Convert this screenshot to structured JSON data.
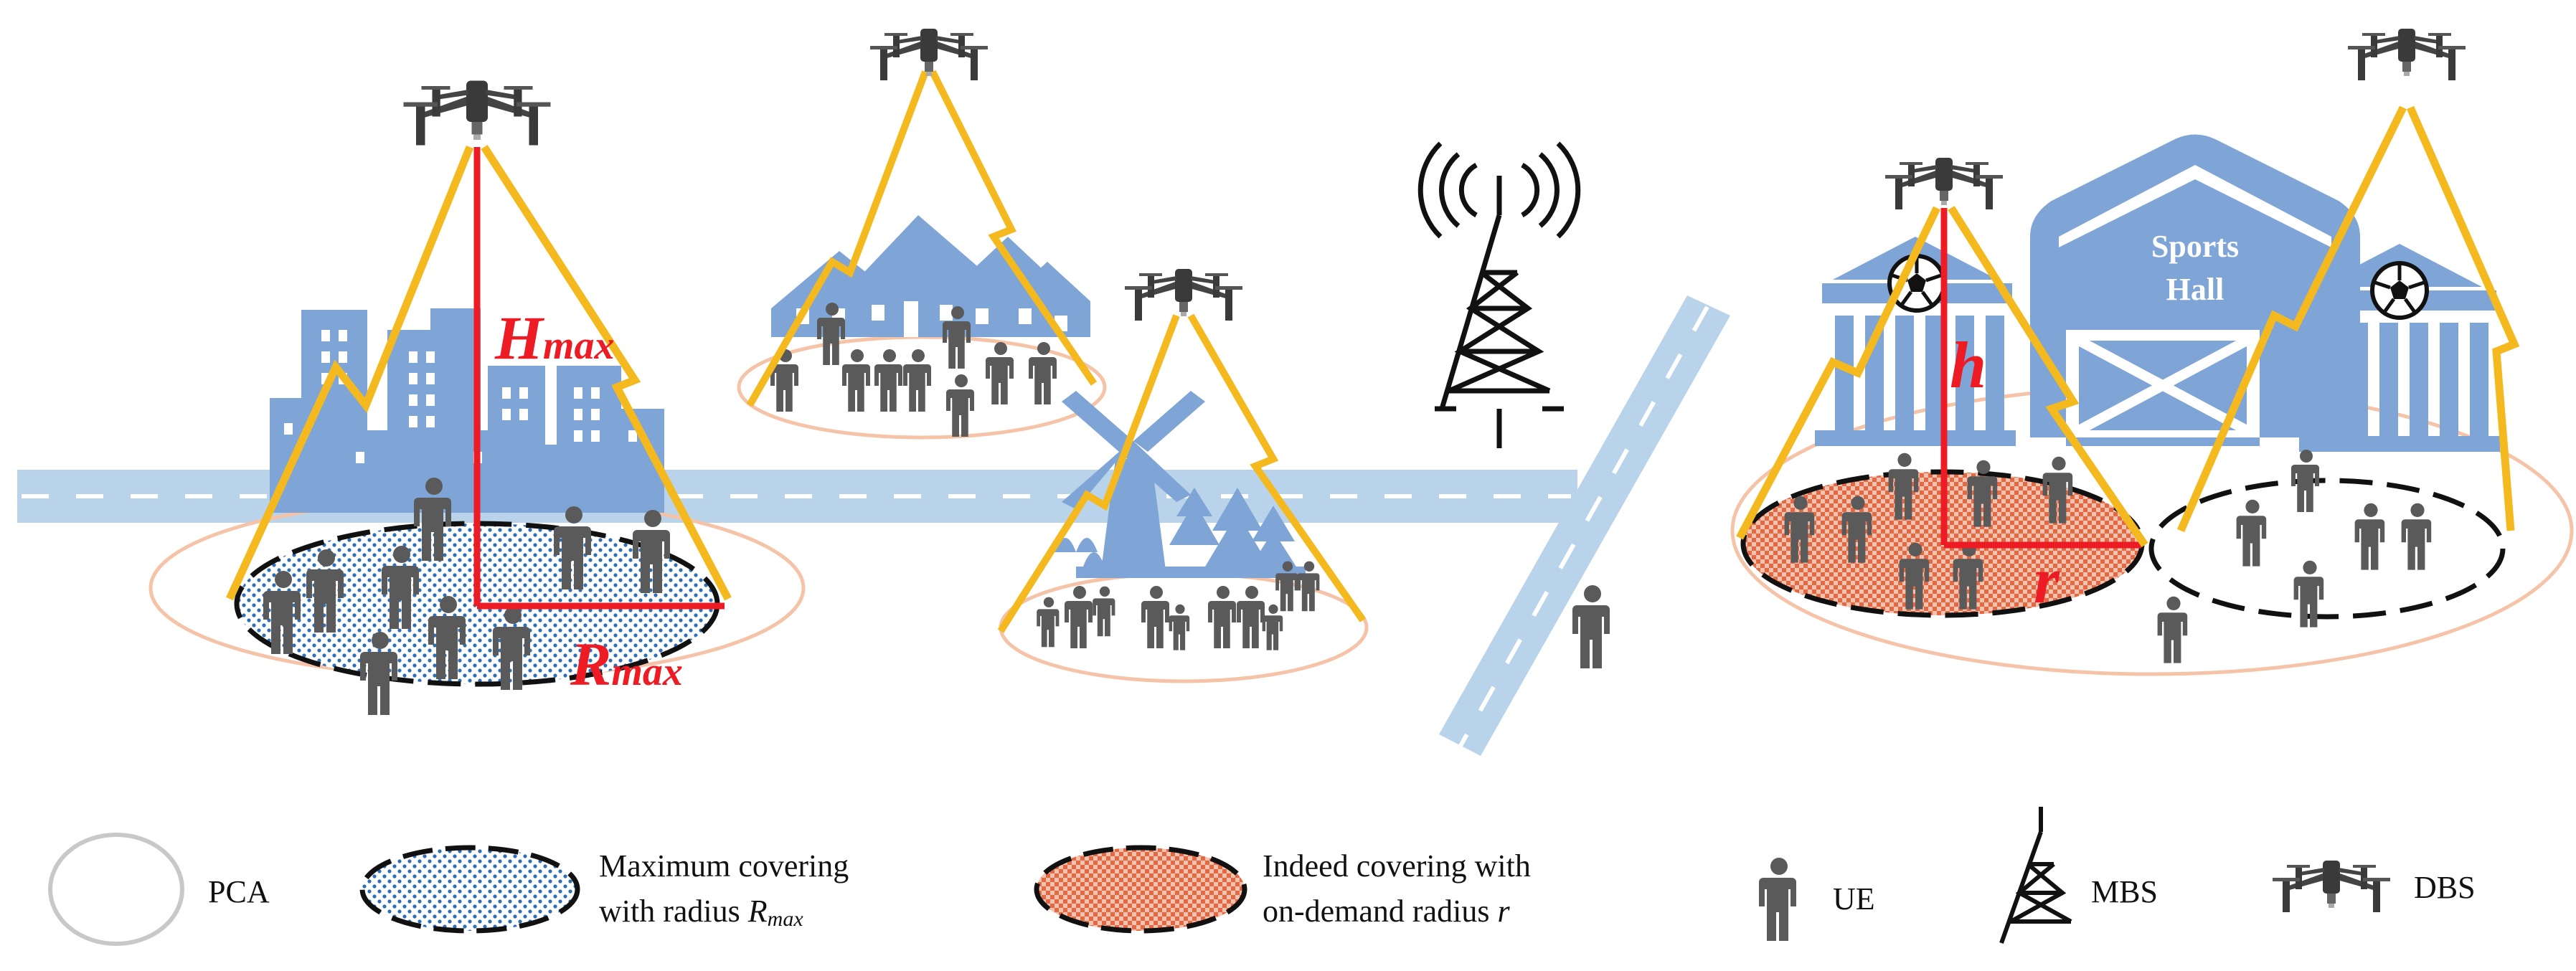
{
  "labels": {
    "h_max": "H",
    "h_max_sub": "max",
    "r_max": "R",
    "r_max_sub": "max",
    "h": "h",
    "r": "r",
    "sports_hall_line1": "Sports",
    "sports_hall_line2": "Hall"
  },
  "legend": {
    "pca": "PCA",
    "max_line1": "Maximum covering",
    "max_line2_prefix": "with radius ",
    "max_line2_var": "R",
    "max_line2_sub": "max",
    "indeed_line1": "Indeed covering with",
    "indeed_line2_prefix": "on-demand radius ",
    "indeed_line2_var": "r",
    "ue": "UE",
    "mbs": "MBS",
    "dbs": "DBS"
  },
  "colors": {
    "building_blue": "#7fa4d6",
    "road_blue": "#b9d3ea",
    "beam_yellow": "#f5b920",
    "label_red": "#ed1c24",
    "person_gray": "#5a5a5a",
    "pca_outline": "#f5c4a8",
    "max_fill_dots": "#2f6fb5",
    "indeed_fill": "#e8704a"
  }
}
